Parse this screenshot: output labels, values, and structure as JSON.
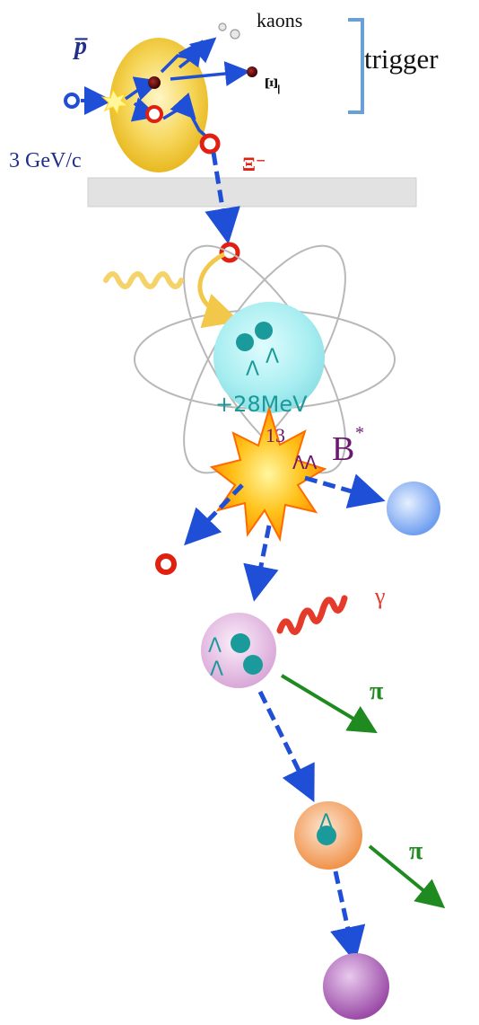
{
  "labels": {
    "antiproton": "p̅",
    "kaons": "kaons",
    "xi_bar": "Ξ̅",
    "trigger": "trigger",
    "beam_momentum": "3 GeV/c",
    "xi_minus": "Ξ⁻",
    "lambda": "Λ",
    "energy_release": "+28MeV",
    "hypernucleus_mass": "13",
    "hypernucleus_sub": "ΛΛ",
    "hypernucleus_element": "B",
    "hypernucleus_star": "*",
    "gamma": "γ",
    "pi": "π"
  },
  "colors": {
    "beam_blue": "#1f4fd6",
    "red_particle": "#e02010",
    "teal": "#1a9a9a",
    "purple_text": "#6a1a6e",
    "green_pion": "#1f8a1f",
    "gamma_red": "#e53b2a",
    "bracket_blue": "#6aa0d8",
    "target_gray": "#e2e2e2",
    "nucleus_cyan": "#aef0f2",
    "atom_orbit": "#b8b8b8"
  }
}
